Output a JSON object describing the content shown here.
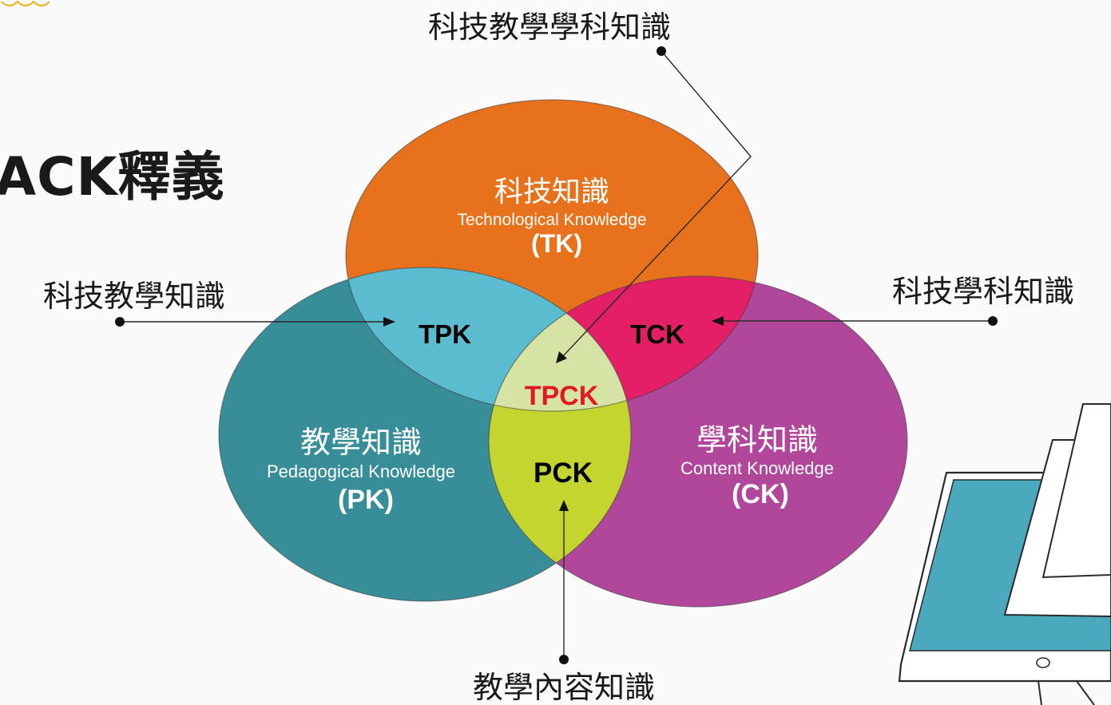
{
  "slide": {
    "title": "ACK釋義"
  },
  "colors": {
    "tk": "#e8711c",
    "pk": "#378d98",
    "ck": "#b0479a",
    "tpk": "#5bbcd0",
    "tck": "#e31f66",
    "pck": "#c5d52f",
    "tpck": "#d5e3a4",
    "tpck_label": "#e01a23",
    "tablet_screen": "#4aa9bd"
  },
  "circles": {
    "tk": {
      "zh": "科技知識",
      "en": "Technological Knowledge",
      "abbr": "(TK)"
    },
    "pk": {
      "zh": "教學知識",
      "en": "Pedagogical Knowledge",
      "abbr": "(PK)"
    },
    "ck": {
      "zh": "學科知識",
      "en": "Content Knowledge",
      "abbr": "(CK)"
    }
  },
  "intersections": {
    "tpk": "TPK",
    "tck": "TCK",
    "pck": "PCK",
    "tpck": "TPCK"
  },
  "callouts": {
    "tpck": "科技教學學科知識",
    "tpk": "科技教學知識",
    "tck": "科技學科知識",
    "pck": "教學內容知識"
  },
  "icons": [
    "tablet-icon",
    "logo-icon"
  ]
}
